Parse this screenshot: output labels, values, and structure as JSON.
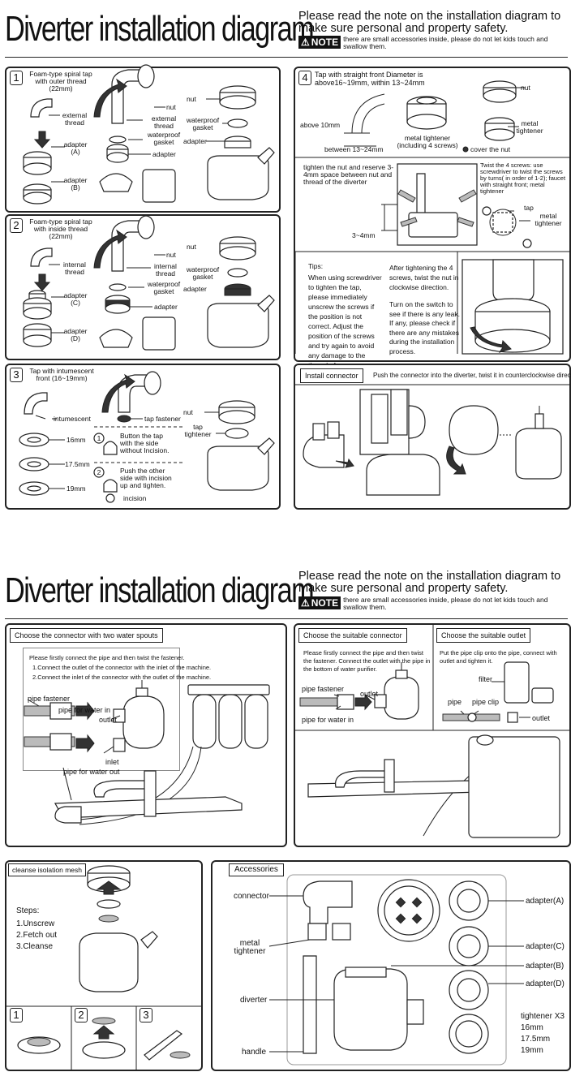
{
  "top": {
    "title": "Diverter installation diagram",
    "note_main": "Please read the note on the installation diagram to make sure personal and property safety.",
    "note_badge": "NOTE",
    "note_small": "there are small accessories inside, please do not let kids touch and swallow them."
  },
  "p1": {
    "num": "1",
    "heading": "Foam-type spiral tap with outer thread (22mm)",
    "external_thread": "external thread",
    "adapter_a": "adapter (A)",
    "adapter_b": "adapter (B)",
    "nut": "nut",
    "external_thread2": "external thread",
    "waterproof_gasket": "waterproof gasket",
    "adapter": "adapter",
    "nut_r": "nut",
    "waterproof_gasket_r": "waterproof gasket",
    "adapter_r": "adapter"
  },
  "p2": {
    "num": "2",
    "heading": "Foam-type spiral tap with inside thread (22mm)",
    "internal_thread": "internal thread",
    "adapter_c": "adapter (C)",
    "adapter_d": "adapter (D)",
    "nut": "nut",
    "internal_thread2": "internal thread",
    "waterproof_gasket": "waterproof gasket",
    "adapter": "adapter",
    "nut_r": "nut",
    "waterproof_gasket_r": "waterproof gasket",
    "adapter_r": "adapter"
  },
  "p3": {
    "num": "3",
    "heading": "Tap with intumescent front (16~19mm)",
    "intumescent": "intumescent",
    "s16": "16mm",
    "s175": "17.5mm",
    "s19": "19mm",
    "tap_fastener": "tap fastener",
    "step1_num": "1",
    "step1": "Button the tap with the side without Incision.",
    "step2_num": "2",
    "step2": "Push the other side with incision up and tighten.",
    "incision": "incision",
    "nut": "nut",
    "tap_tightener": "tap tightener"
  },
  "p4": {
    "num": "4",
    "heading": "Tap with straight front Diameter is above16~19mm, within 13~24mm",
    "nut": "nut",
    "above10": "above 10mm",
    "between": "between 13~24mm",
    "metal_tightener": "metal tightener (including 4 screws)",
    "metal_tightener2": "metal tightener",
    "cover": "cover the nut",
    "tighten": "tighten the nut and reserve 3-4mm space between nut and thread of the diverter",
    "twist": "Twist the 4 screws: use screwdriver to twist the screws by turns( in order of 1-2); faucet with straight front; metal tightener",
    "tap": "tap",
    "metal_tightener3": "metal tightener",
    "gap": "3~4mm",
    "tips_title": "Tips:",
    "tips": "When using screwdriver to tighten the tap, please immediately unscrew the screws if the position is not correct. Adjust the position of the screws and try again to avoid any damage to the thread of screws.",
    "after": "After tightening the 4 screws, twist the nut in clockwise direction.",
    "turn_on": "Turn on the switch to see if there is any leak. If any, please check if there are any mistakes during the installation process."
  },
  "p5": {
    "heading": "Install connector",
    "instruction": "Push the connector into the diverter, twist it in counterclockwise direction."
  },
  "bottom": {
    "title": "Diverter installation diagram",
    "note_main": "Please read the note on the installation diagram to make sure personal and property safety.",
    "note_badge": "NOTE",
    "note_small": "there are small accessories inside, please do not let kids touch and swallow them."
  },
  "p6": {
    "heading": "Choose the connector with two water spouts",
    "instr1": "Please firstly connect the pipe and then twist the fastener.",
    "instr2": "1.Connect the outlet of the connector with the inlet of the machine.",
    "instr3": "2.Connect the inlet of the connector with the outlet of the machine.",
    "pipe_fastener": "pipe fastener",
    "pipe_water_in": "pipe for water in",
    "outlet": "outlet",
    "inlet": "inlet",
    "pipe_water_out": "pipe for water out"
  },
  "p7": {
    "heading": "Choose the suitable connector",
    "instr": "Please firstly connect the pipe and then twist the fastener. Connect the outlet with the pipe in the bottom of water purifier.",
    "pipe_fastener": "pipe fastener",
    "outlet": "outlet",
    "pipe_water_in": "pipe for water in"
  },
  "p8": {
    "heading": "Choose the suitable outlet",
    "instr": "Put the pipe clip onto the pipe, connect with outlet and tighten it.",
    "filter": "filter",
    "pipe": "pipe",
    "pipe_clip": "pipe clip",
    "outlet": "outlet"
  },
  "p9": {
    "heading": "cleanse isolation mesh",
    "steps_title": "Steps:",
    "step1": "1.Unscrew",
    "step2": "2.Fetch out",
    "step3": "3.Cleanse",
    "n1": "1",
    "n2": "2",
    "n3": "3"
  },
  "p10": {
    "heading": "Accessories",
    "connector": "connector",
    "metal_tightener": "metal tightener",
    "diverter": "diverter",
    "handle": "handle",
    "adapter_a": "adapter(A)",
    "adapter_c": "adapter(C)",
    "adapter_b": "adapter(B)",
    "adapter_d": "adapter(D)",
    "tightener": "tightener X3",
    "t16": "16mm",
    "t175": "17.5mm",
    "t19": "19mm"
  },
  "colors": {
    "ink": "#222222",
    "panel_bg": "#ffffff",
    "fill_gray": "#bbbbbb"
  }
}
